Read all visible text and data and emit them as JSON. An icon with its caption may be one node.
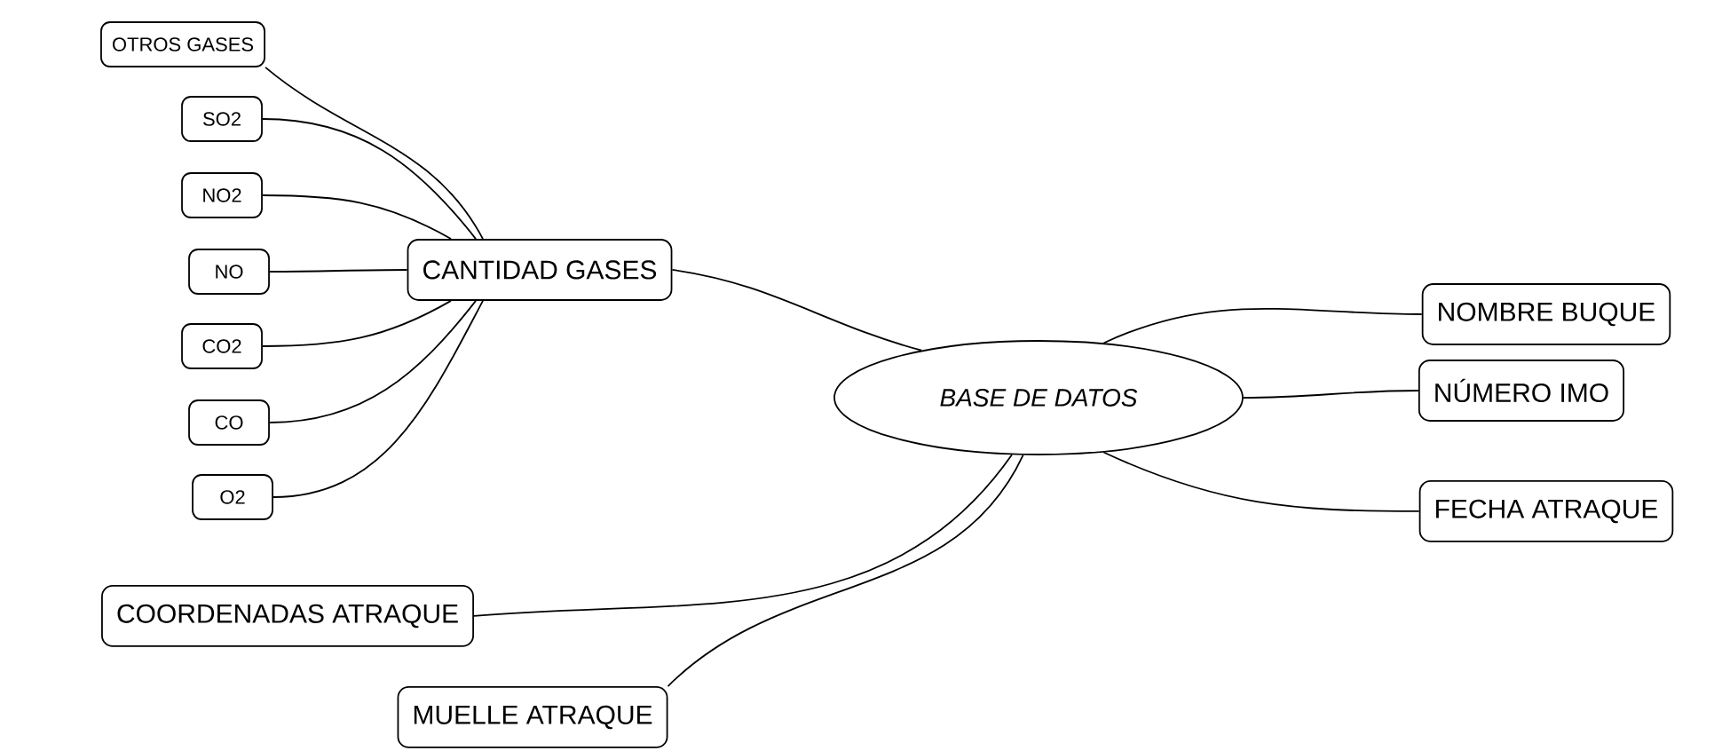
{
  "diagram": {
    "nodes": [
      {
        "text": [
          "BASE DE DATOS"
        ]
      },
      {
        "text": [
          "CANTIDAD GASES"
        ]
      },
      {
        "text": [
          "OTROS GASES"
        ]
      },
      {
        "text": [
          "SO2"
        ]
      },
      {
        "text": [
          "NO2"
        ]
      },
      {
        "text": [
          "NO"
        ]
      },
      {
        "text": [
          "CO2"
        ]
      },
      {
        "text": [
          "CO"
        ]
      },
      {
        "text": [
          "O2"
        ]
      },
      {
        "text": [
          "NOMBRE BUQUE"
        ]
      },
      {
        "text": [
          "NÚMERO IMO"
        ]
      },
      {
        "text": [
          "FECHA ATRAQUE"
        ]
      },
      {
        "text": [
          "COORDENADAS ATRAQUE"
        ]
      },
      {
        "text": [
          "MUELLE ATRAQUE"
        ]
      }
    ],
    "edges": [
      {
        "from": 0,
        "to": 1,
        "arrow": "none"
      },
      {
        "from": 1,
        "to": 2,
        "arrow": "none"
      },
      {
        "from": 1,
        "to": 3,
        "arrow": "none"
      },
      {
        "from": 1,
        "to": 4,
        "arrow": "none"
      },
      {
        "from": 1,
        "to": 5,
        "arrow": "none"
      },
      {
        "from": 1,
        "to": 6,
        "arrow": "none"
      },
      {
        "from": 1,
        "to": 7,
        "arrow": "none"
      },
      {
        "from": 1,
        "to": 8,
        "arrow": "none"
      },
      {
        "from": 0,
        "to": 9,
        "arrow": "none"
      },
      {
        "from": 0,
        "to": 10,
        "arrow": "none"
      },
      {
        "from": 0,
        "to": 11,
        "arrow": "none"
      },
      {
        "from": 0,
        "to": 12,
        "arrow": "none"
      },
      {
        "from": 0,
        "to": 13,
        "arrow": "none"
      }
    ]
  }
}
